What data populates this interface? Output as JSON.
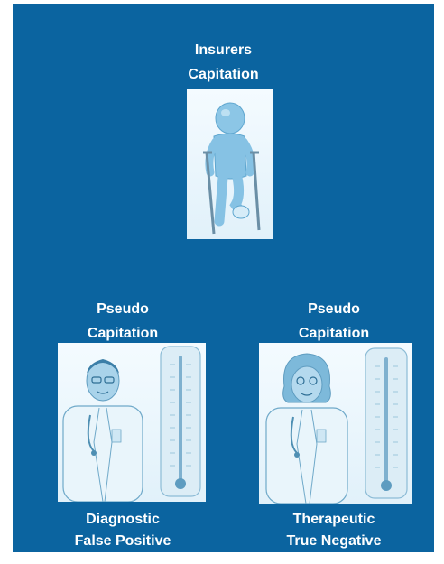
{
  "top": {
    "line1": "Insurers",
    "line2": "Capitation",
    "icon": "figure-with-crutches-icon"
  },
  "left": {
    "header1": "Pseudo",
    "header2": "Capitation",
    "footer1": "Diagnostic",
    "footer2": "False Positive",
    "icons": [
      "male-doctor-icon",
      "thermometer-icon"
    ]
  },
  "right": {
    "header1": "Pseudo",
    "header2": "Capitation",
    "footer1": "Therapeutic",
    "footer2": "True Negative",
    "icons": [
      "female-doctor-icon",
      "thermometer-icon"
    ]
  },
  "colors": {
    "background": "#0b64a0",
    "text": "#ffffff",
    "illustration": "#6fb6dc"
  }
}
